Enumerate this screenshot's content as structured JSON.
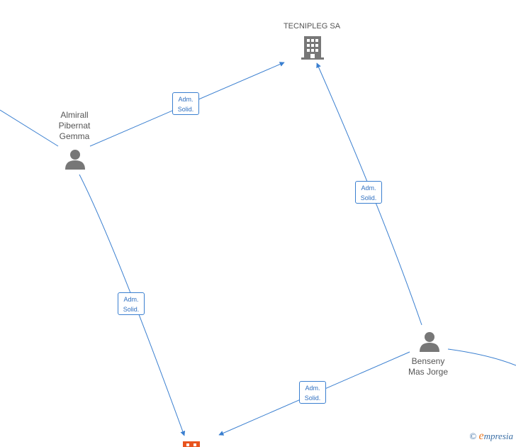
{
  "nodes": {
    "company_top": {
      "label": "TECNIPLEG SA"
    },
    "person_left": {
      "line1": "Almirall",
      "line2": "Pibernat",
      "line3": "Gemma"
    },
    "person_right": {
      "line1": "Benseny",
      "line2": "Mas Jorge"
    }
  },
  "edges": {
    "left_to_company": {
      "line1": "Adm.",
      "line2": "Solid."
    },
    "left_to_bottom": {
      "line1": "Adm.",
      "line2": "Solid."
    },
    "right_to_company": {
      "line1": "Adm.",
      "line2": "Solid."
    },
    "right_to_bottom": {
      "line1": "Adm.",
      "line2": "Solid."
    }
  },
  "colors": {
    "edge": "#3a7fd0",
    "node_icon": "#777777",
    "company_bottom_icon": "#e8541e"
  },
  "watermark": {
    "copyright": "©",
    "brand_initial": "e",
    "brand_rest": "mpresia"
  }
}
